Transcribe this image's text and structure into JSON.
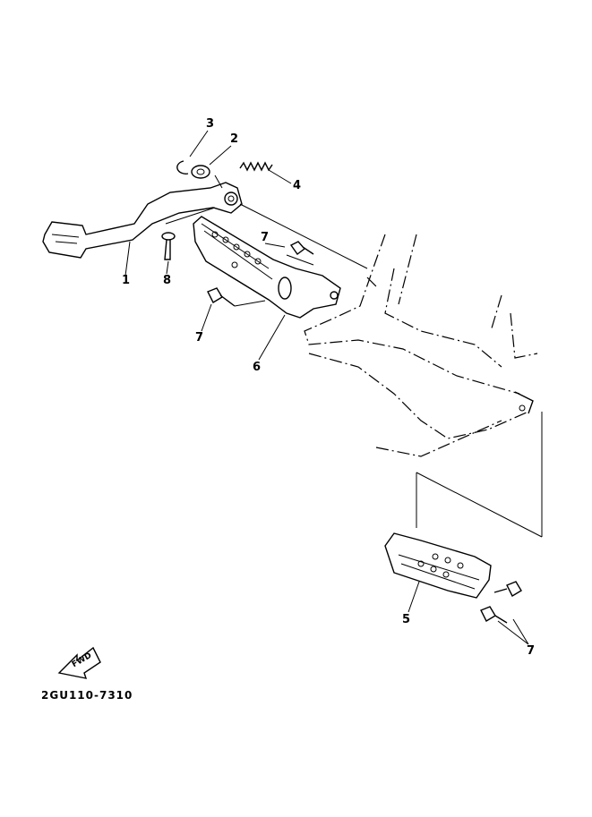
{
  "diagram": {
    "callouts": [
      {
        "id": "c3",
        "label": "3"
      },
      {
        "id": "c2",
        "label": "2"
      },
      {
        "id": "c4",
        "label": "4"
      },
      {
        "id": "c7a",
        "label": "7"
      },
      {
        "id": "c1",
        "label": "1"
      },
      {
        "id": "c8",
        "label": "8"
      },
      {
        "id": "c7b",
        "label": "7"
      },
      {
        "id": "c6",
        "label": "6"
      },
      {
        "id": "c5",
        "label": "5"
      },
      {
        "id": "c7c",
        "label": "7"
      }
    ],
    "fwd_label": "FWD",
    "diagram_code": "2GU110-7310"
  }
}
